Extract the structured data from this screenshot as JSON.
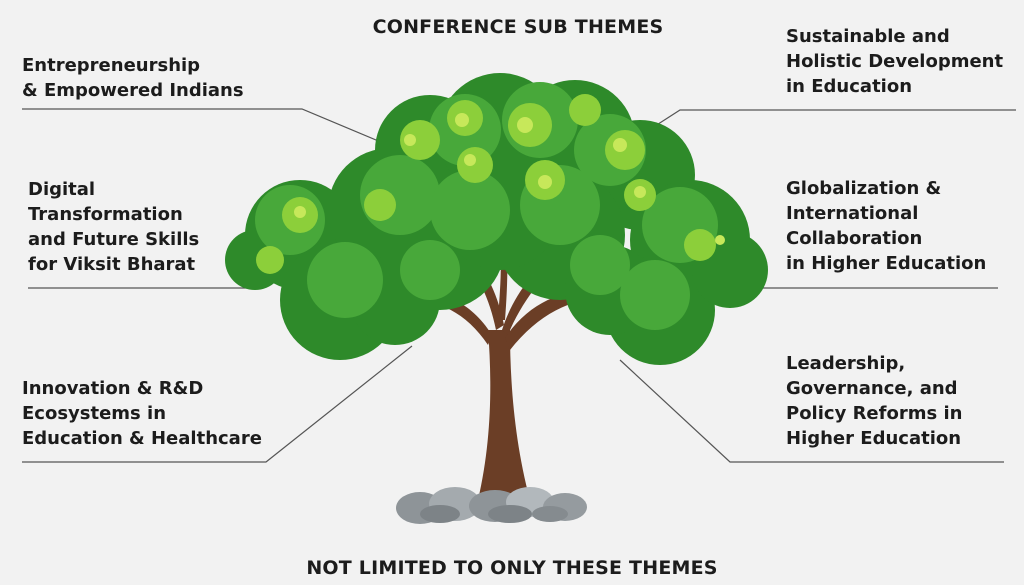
{
  "header": {
    "title": "CONFERENCE SUB THEMES"
  },
  "footer": {
    "note": "NOT LIMITED TO ONLY THESE THEMES"
  },
  "themes": [
    {
      "id": "left-1",
      "text": "Entrepreneurship\n& Empowered Indians"
    },
    {
      "id": "left-2",
      "text": "Digital\nTransformation\nand Future Skills\nfor Viksit Bharat"
    },
    {
      "id": "left-3",
      "text": "Innovation & R&D\nEcosystems in\nEducation & Healthcare"
    },
    {
      "id": "right-1",
      "text": "Sustainable and\nHolistic Development\nin Education"
    },
    {
      "id": "right-2",
      "text": "Globalization &\nInternational\nCollaboration\nin Higher Education"
    },
    {
      "id": "right-3",
      "text": "Leadership,\nGovernance, and\nPolicy Reforms in\nHigher Education"
    }
  ],
  "colors": {
    "background": "#f2f2f2",
    "text": "#1c1c1c",
    "leader_line": "#555555",
    "leaf_dark": "#2e8a2a",
    "leaf_mid": "#48a83a",
    "leaf_light": "#8ccf3a",
    "leaf_highlight": "#c7e85a",
    "trunk": "#6b3e26",
    "rocks": "#9aa0a4"
  },
  "icons": {
    "center": "tree-illustration",
    "base": "rocks"
  }
}
